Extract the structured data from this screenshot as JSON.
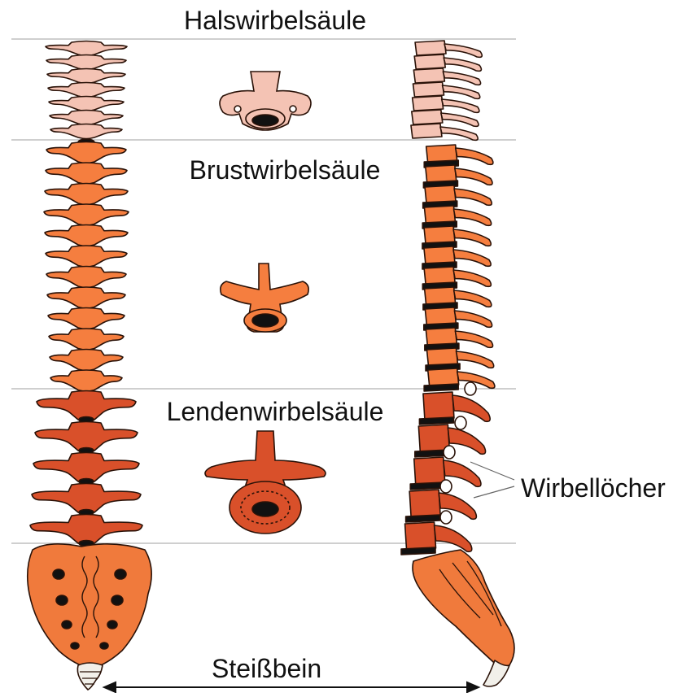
{
  "labels": {
    "cervical": "Halswirbelsäule",
    "thoracic": "Brustwirbelsäule",
    "lumbar": "Lendenwirbelsäule",
    "foramina": "Wirbellöcher",
    "coccyx": "Steißbein"
  },
  "colors": {
    "cervical": "#f4c3b4",
    "thoracic": "#f57e3f",
    "lumbar": "#d9502a",
    "sacrum": "#f07a3c",
    "disc": "#111111",
    "coccyx": "#f2f0ea",
    "divider": "#bfbfbf",
    "outline": "#2a1208"
  }
}
